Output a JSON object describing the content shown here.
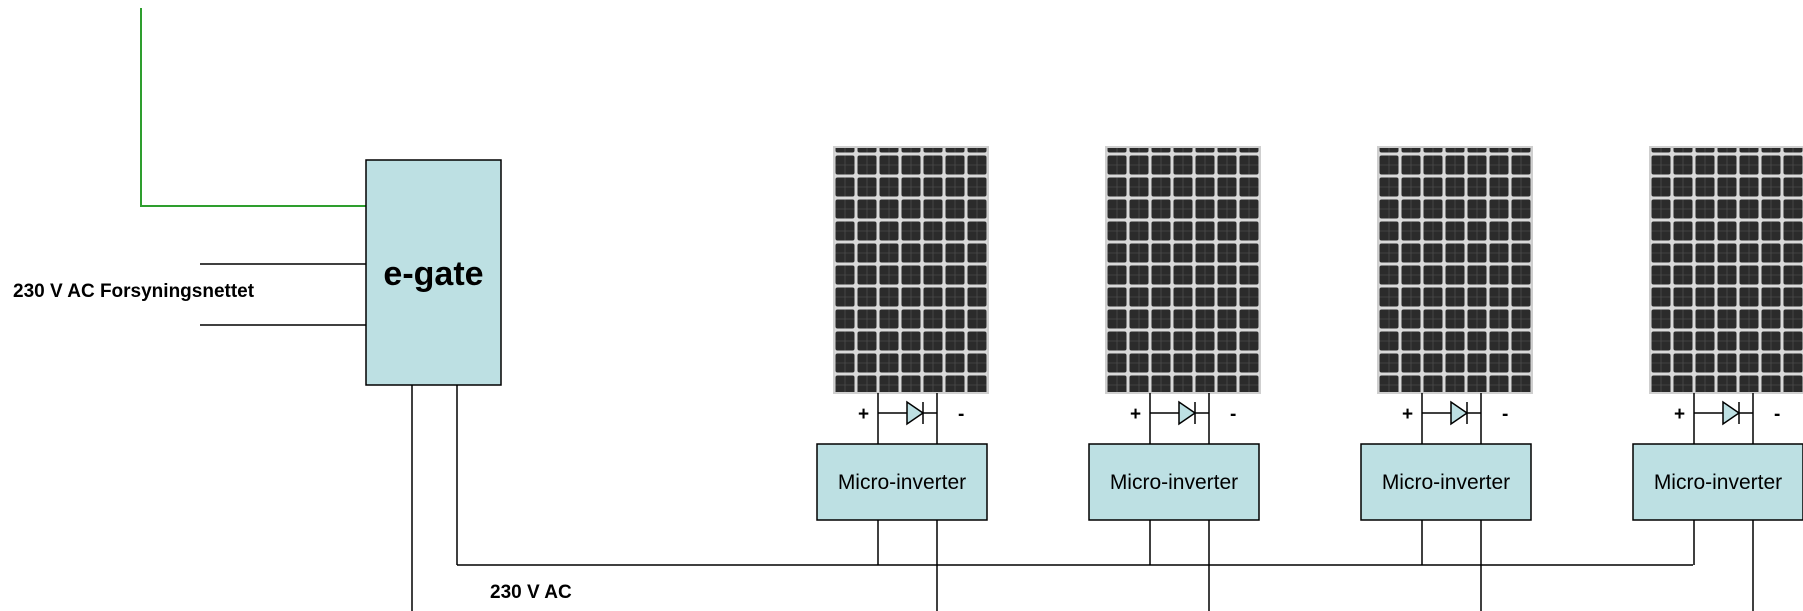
{
  "colors": {
    "box_fill": "#bde0e3",
    "wire": "#000000",
    "network_line": "#2e9e2e",
    "panel_cell": "#2b2b2b",
    "panel_frame": "#cfcfcf"
  },
  "grid_label": "230 V AC Forsyningsnettet",
  "gateway": {
    "label": "e-gate"
  },
  "bus_label": "230 V AC",
  "units": [
    {
      "inverter_label": "Micro-inverter",
      "plus": "+",
      "minus": "-"
    },
    {
      "inverter_label": "Micro-inverter",
      "plus": "+",
      "minus": "-"
    },
    {
      "inverter_label": "Micro-inverter",
      "plus": "+",
      "minus": "-"
    },
    {
      "inverter_label": "Micro-inverter",
      "plus": "+",
      "minus": "-"
    }
  ]
}
